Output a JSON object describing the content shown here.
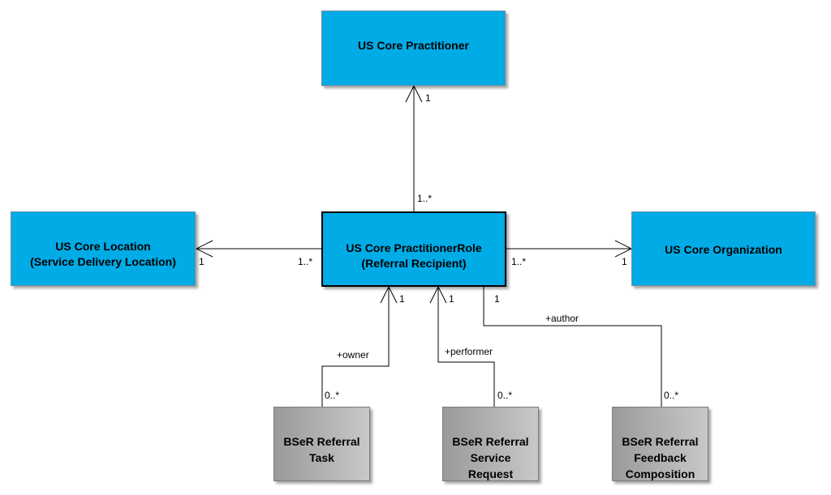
{
  "boxes": {
    "practitioner": "US Core Practitioner",
    "location": "US Core Location\n(Service Delivery Location)",
    "practitioner_role": "US Core PractitionerRole\n(Referral Recipient)",
    "organization": "US Core Organization",
    "task": "BSeR Referral\nTask",
    "service_request": "BSeR Referral\nService\nRequest",
    "feedback": "BSeR Referral\nFeedback\nComposition"
  },
  "labels": {
    "practitioner_end": "1",
    "role_to_practitioner": "1..*",
    "location_end": "1",
    "role_to_location": "1..*",
    "role_to_organization": "1..*",
    "organization_end": "1",
    "task_end_mult": "1",
    "service_request_end_mult": "1",
    "feedback_end_mult": "1",
    "owner_role": "+owner",
    "performer_role": "+performer",
    "author_role": "+author",
    "task_mult": "0..*",
    "service_request_mult": "0..*",
    "feedback_mult": "0..*"
  }
}
